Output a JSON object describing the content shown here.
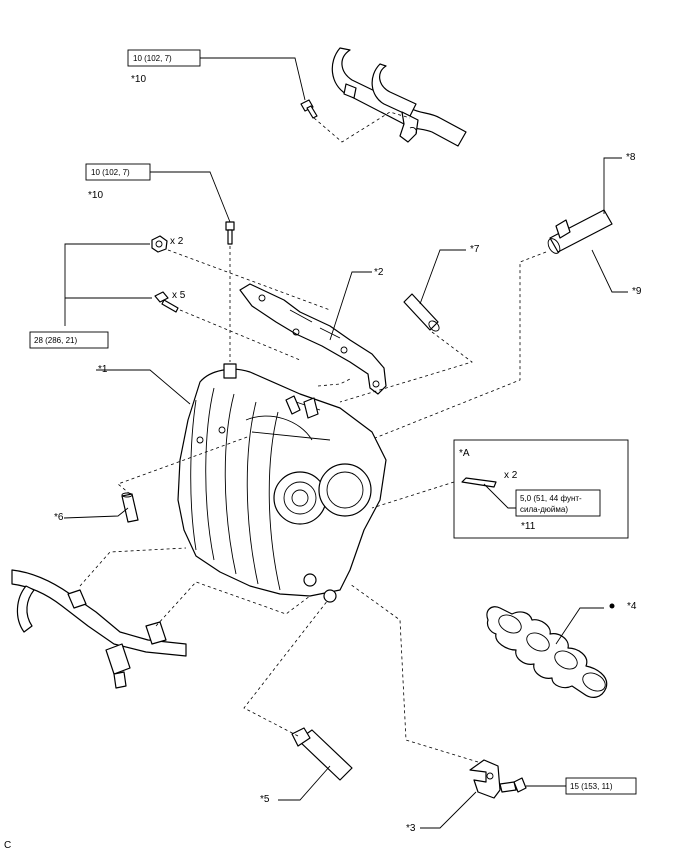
{
  "callouts": {
    "c1": "*1",
    "c2": "*2",
    "c3": "*3",
    "c4": "*4",
    "c5": "*5",
    "c6": "*6",
    "c7": "*7",
    "c8": "*8",
    "c9": "*9",
    "c10_top": "*10",
    "c10_mid": "*10",
    "c11": "*11",
    "cA": "*A"
  },
  "torque": {
    "t1": "10 (102, 7)",
    "t2": "10 (102, 7)",
    "t3": "28 (286, 21)",
    "t4_line1": "5,0 (51, 44 фунт-",
    "t4_line2": "сила-дюйма)",
    "t5": "15 (153, 11)"
  },
  "quantities": {
    "nut": "x 2",
    "bolt": "x 5",
    "stud": "x 2"
  },
  "corner_mark": "C"
}
